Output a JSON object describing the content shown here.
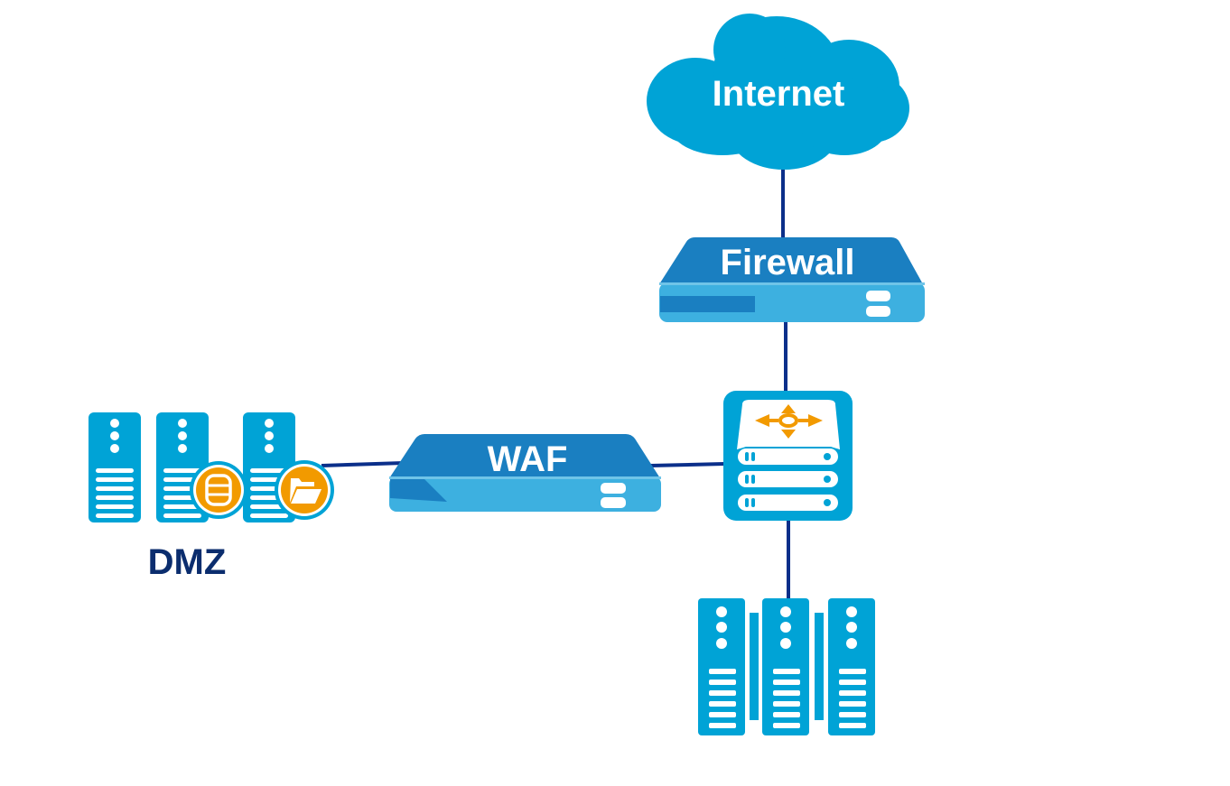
{
  "diagram": {
    "title": "Network topology with WAF in front of DMZ",
    "colors": {
      "link": "#0b2f8a",
      "device_top": "#1a7fc1",
      "device_front": "#3db0e0",
      "server": "#00a3d6",
      "accent_orange": "#f29a00",
      "cloud": "#00a3d6",
      "label_dark": "#0b2d6e"
    },
    "nodes": {
      "internet": {
        "label": "Internet",
        "icon": "cloud-icon"
      },
      "firewall": {
        "label": "Firewall",
        "icon": "appliance-icon"
      },
      "switch": {
        "label": "",
        "icon": "load-balancer-switch-icon"
      },
      "waf": {
        "label": "WAF",
        "icon": "appliance-icon"
      },
      "dmz": {
        "label": "DMZ",
        "servers": [
          {
            "icon": "server-icon",
            "badge": ""
          },
          {
            "icon": "server-icon",
            "badge": "database-icon"
          },
          {
            "icon": "server-icon",
            "badge": "folder-icon"
          }
        ]
      },
      "internal_servers": {
        "label": "",
        "servers": [
          {
            "icon": "server-icon"
          },
          {
            "icon": "server-icon"
          },
          {
            "icon": "server-icon"
          }
        ]
      }
    },
    "links": [
      {
        "from": "internet",
        "to": "firewall"
      },
      {
        "from": "firewall",
        "to": "switch"
      },
      {
        "from": "switch",
        "to": "waf"
      },
      {
        "from": "waf",
        "to": "dmz"
      },
      {
        "from": "switch",
        "to": "internal_servers"
      }
    ]
  }
}
